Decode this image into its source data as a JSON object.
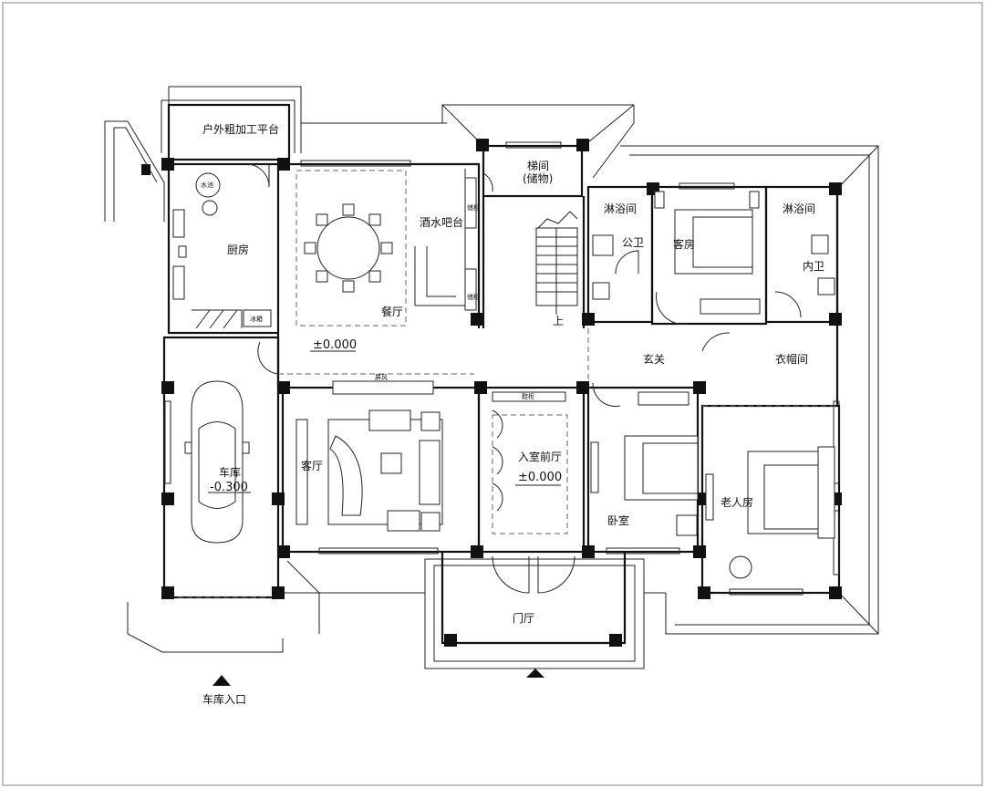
{
  "rooms": {
    "outdoor_platform": "户外粗加工平台",
    "kitchen": "厨房",
    "dining": "餐厅",
    "wine_bar": "酒水吧台",
    "stair_room": "梯间",
    "stair_room_sub": "(储物)",
    "stair_up": "上",
    "shower_left": "淋浴间",
    "public_bath": "公卫",
    "guest_room": "客房",
    "shower_right": "淋浴间",
    "inner_bath": "内卫",
    "foyer": "玄关",
    "cloakroom": "衣帽间",
    "living": "客厅",
    "entrance_hall": "入室前厅",
    "bedroom": "卧室",
    "elder_room": "老人房",
    "garage": "车库",
    "portico": "门厅"
  },
  "levels": {
    "main": "±0.000",
    "entrance": "±0.000",
    "garage": "-0.300"
  },
  "markers": {
    "garage_entrance": "车库入口"
  },
  "small_labels": {
    "cabinet_left": "储柜",
    "cabinet_right": "储柜",
    "shoe_cabinet": "鞋柜",
    "screen": "屏风",
    "sink": "水池",
    "fridge": "冰箱"
  }
}
